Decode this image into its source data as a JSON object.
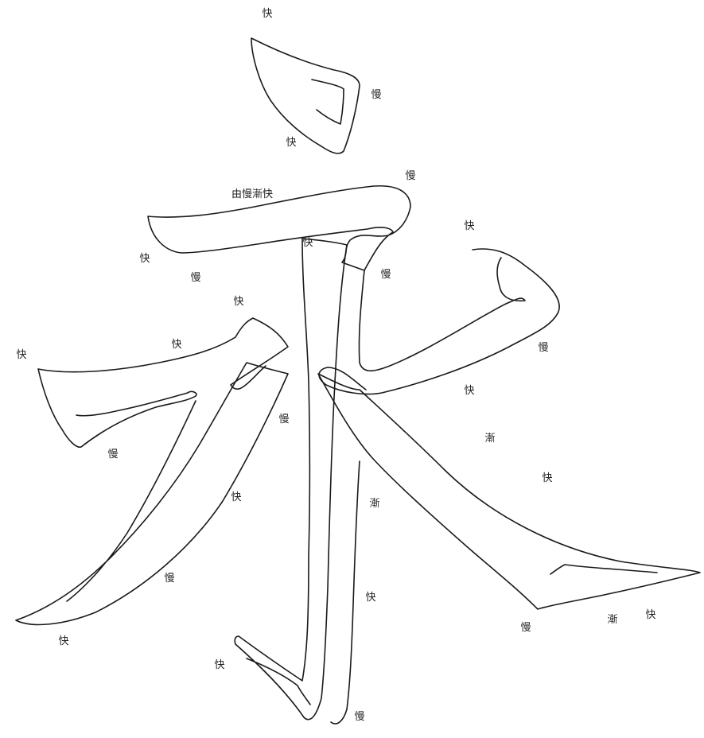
{
  "labels": {
    "kuai": "快",
    "man": "慢",
    "jian": "漸",
    "you_man_jian_kuai": "由慢漸快"
  }
}
